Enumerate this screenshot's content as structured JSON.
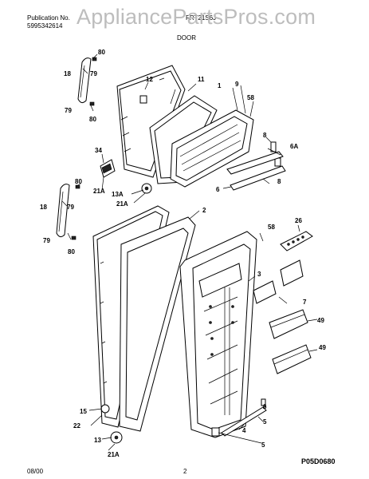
{
  "header": {
    "publication_label": "Publication No.",
    "publication_number": "5995342614",
    "model": "FRT21S6J",
    "section": "DOOR",
    "watermark": "AppliancePartsPros.com"
  },
  "footer": {
    "date": "08/00",
    "page": "2",
    "code": "P05D0680"
  },
  "callouts": [
    "80",
    "79",
    "18",
    "79",
    "80",
    "12",
    "11",
    "1",
    "9",
    "58",
    "8",
    "6A",
    "6",
    "8",
    "34",
    "21A",
    "13A",
    "21A",
    "80",
    "79",
    "18",
    "79",
    "80",
    "2",
    "58",
    "26",
    "3",
    "7",
    "49",
    "49",
    "15",
    "22",
    "13",
    "21A",
    "6",
    "5",
    "4",
    "5"
  ]
}
